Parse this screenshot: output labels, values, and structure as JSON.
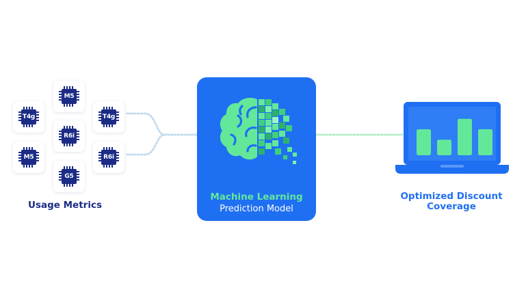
{
  "usage_metrics": {
    "label": "Usage Metrics",
    "chips": [
      "T4g",
      "M5",
      "M5",
      "R6i",
      "T4g",
      "R6i",
      "G5"
    ]
  },
  "ml_model": {
    "title": "Machine Learning",
    "subtitle": "Prediction Model"
  },
  "output": {
    "label_line1": "Optimized Discount",
    "label_line2": "Coverage",
    "bar_values": [
      0.5,
      0.3,
      0.7,
      0.5
    ]
  },
  "colors": {
    "chip_navy": "#1c2c86",
    "brand_blue": "#1f6ff2",
    "ml_green": "#63e89a",
    "connector_left": "#c5dcee",
    "connector_right": "#b6edc8"
  }
}
